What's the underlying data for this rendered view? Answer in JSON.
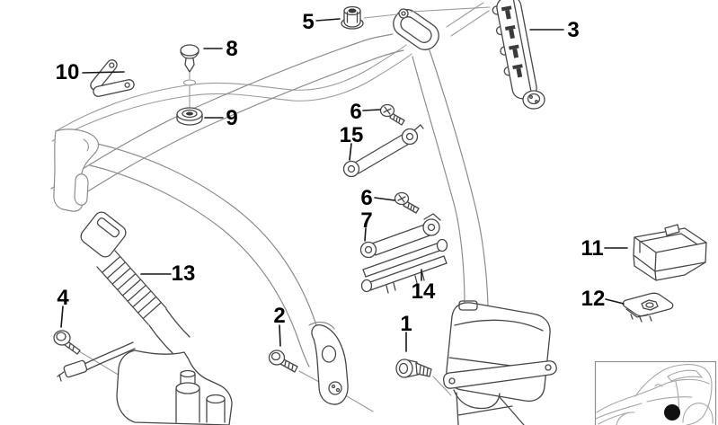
{
  "diagram": {
    "type": "exploded-parts-line-drawing",
    "subject": "front seat belt assembly",
    "background_color": "#ffffff",
    "part_line_color": "#474747",
    "context_line_color": "#9a9a9a",
    "leader_line_color": "#161616",
    "label_color": "#000000",
    "callouts": [
      {
        "label": "5",
        "part": "hex-nut"
      },
      {
        "label": "3",
        "part": "height-adjuster-rail"
      },
      {
        "label": "8",
        "part": "trim-cap"
      },
      {
        "label": "10",
        "part": "folded-bracket"
      },
      {
        "label": "9",
        "part": "grommet"
      },
      {
        "label": "6",
        "part": "screw"
      },
      {
        "label": "15",
        "part": "bracket-strap"
      },
      {
        "label": "6",
        "part": "screw"
      },
      {
        "label": "7",
        "part": "bracket-strap"
      },
      {
        "label": "13",
        "part": "buckle-with-tensioner"
      },
      {
        "label": "4",
        "part": "bolt"
      },
      {
        "label": "2",
        "part": "bolt"
      },
      {
        "label": "14",
        "part": "sill-bar"
      },
      {
        "label": "1",
        "part": "anchor-bolt"
      },
      {
        "label": "11",
        "part": "cover"
      },
      {
        "label": "12",
        "part": "plate-nut"
      }
    ],
    "inset": {
      "name": "car-location-thumbnail",
      "marker_color": "#111111",
      "line_color": "#a6a6a6"
    }
  }
}
